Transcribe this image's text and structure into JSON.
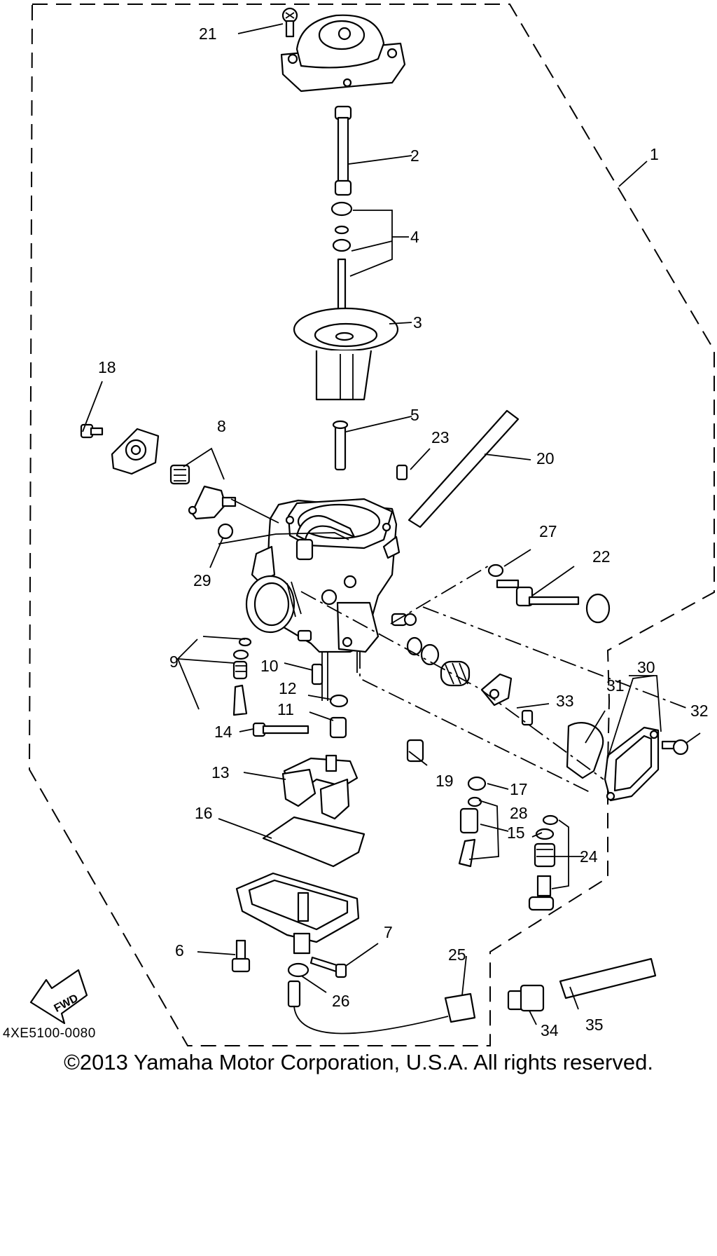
{
  "diagram_code": "4XE5100-0080",
  "copyright": "©2013 Yamaha Motor Corporation, U.S.A. All rights reserved.",
  "fwd_label": "FWD",
  "callouts": [
    "1",
    "2",
    "3",
    "4",
    "5",
    "6",
    "7",
    "8",
    "9",
    "10",
    "11",
    "12",
    "13",
    "14",
    "15",
    "16",
    "17",
    "18",
    "19",
    "20",
    "21",
    "22",
    "23",
    "24",
    "25",
    "26",
    "27",
    "28",
    "29",
    "30",
    "31",
    "32",
    "33",
    "34",
    "35"
  ]
}
